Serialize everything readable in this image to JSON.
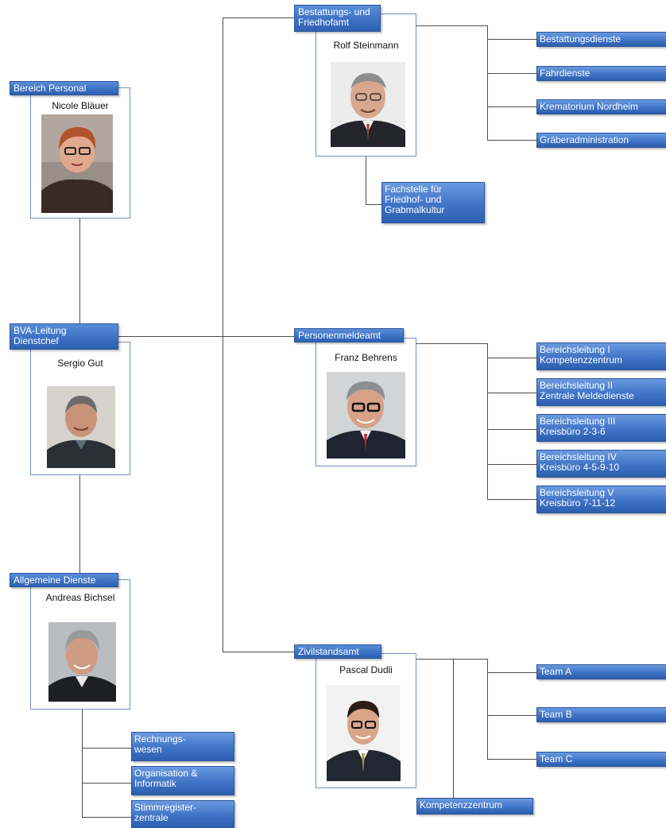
{
  "managers": {
    "bereich_personal": {
      "title": "Bereich Personal",
      "name": "Nicole Bläuer"
    },
    "bva_leitung": {
      "title": "BVA-Leitung\nDienstchef",
      "name": "Sergio Gut"
    },
    "allgemeine_dienste": {
      "title": "Allgemeine Dienste",
      "name": "Andreas Bichsel"
    },
    "bestattungs": {
      "title": "Bestattungs- und\nFriedhofamt",
      "name": "Rolf Steinmann"
    },
    "personenmeldeamt": {
      "title": "Personenmeldeamt",
      "name": "Franz Behrens"
    },
    "zivilstandsamt": {
      "title": "Zivilstandsamt",
      "name": "Pascal Dudli"
    }
  },
  "units": {
    "bestattungsdienste": "Bestattungsdienste",
    "fahrdienste": "Fahrdienste",
    "krematorium": "Krematorium Nordheim",
    "graeberadministration": "Gräberadministration",
    "fachstelle": "Fachstelle für\nFriedhof- und\nGrabmalkultur",
    "bl1": "Bereichsleitung I\nKompetenzzentrum",
    "bl2": "Bereichsleitung II\nZentrale Meldedienste",
    "bl3": "Bereichsleitung III\nKreisbüro 2-3-6",
    "bl4": "Bereichsleitung IV\nKreisbüro 4-5-9-10",
    "bl5": "Bereichsleitung V\nKreisbüro 7-11-12",
    "team_a": "Team A",
    "team_b": "Team B",
    "team_c": "Team C",
    "kompetenzzentrum": "Kompetenzzentrum",
    "rechnungswesen": "Rechnungs-\nwesen",
    "organisation": "Organisation &\nInformatik",
    "stimmregister": "Stimmregister-\nzentrale"
  },
  "colors": {
    "box_top": "#5b8ed8",
    "box_bottom": "#2f61b0",
    "frame": "#6f8fd0",
    "connector": "#4d4d4d"
  }
}
